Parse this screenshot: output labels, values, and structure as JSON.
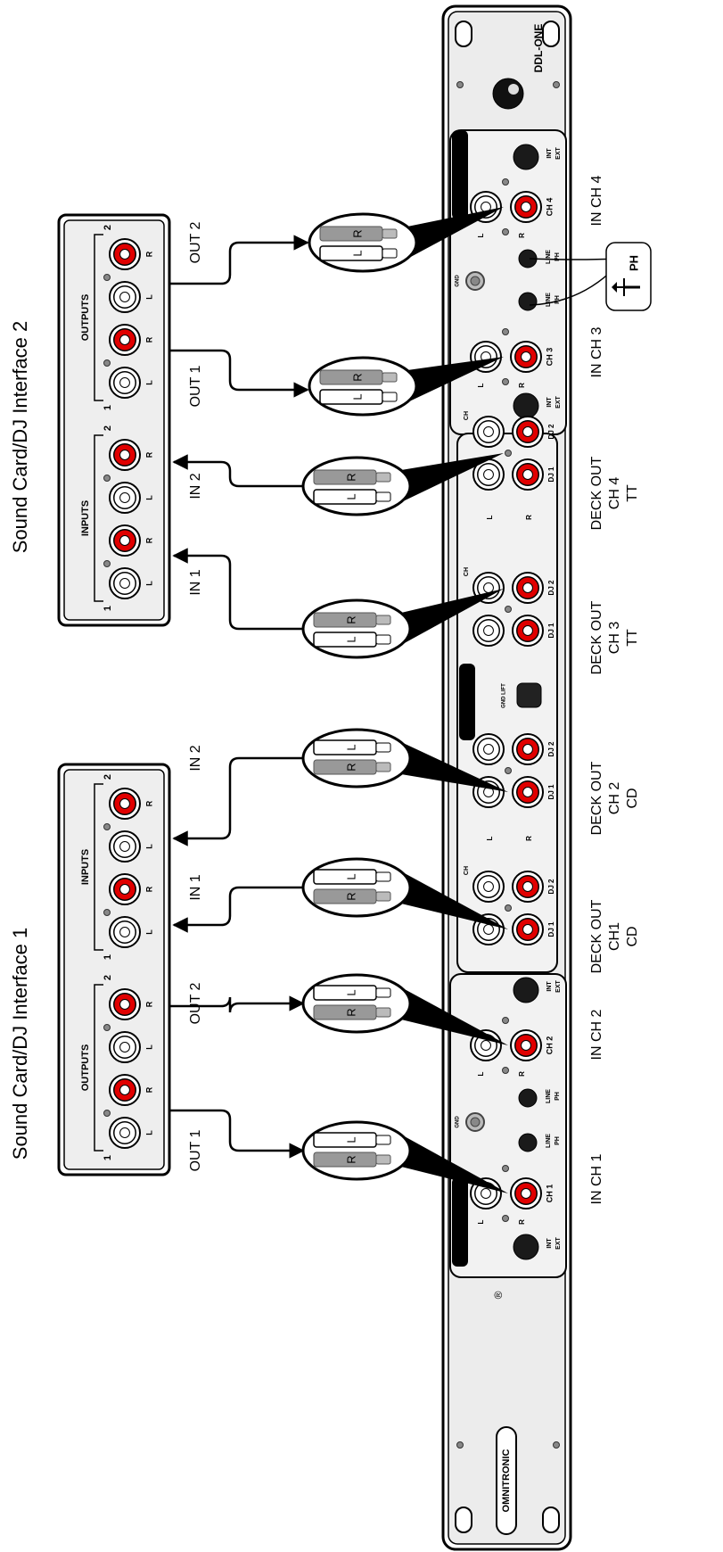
{
  "sound_cards": [
    {
      "title": "Sound Card/DJ Interface 1",
      "groups": [
        {
          "header": "OUTPUTS",
          "num_start": "1",
          "num_end": "2",
          "labels": [
            "L",
            "R",
            "L",
            "R"
          ]
        },
        {
          "header": "INPUTS",
          "num_start": "1",
          "num_end": "2",
          "labels": [
            "L",
            "R",
            "L",
            "R"
          ]
        }
      ],
      "connections": [
        "OUT 1",
        "OUT 2",
        "IN 1",
        "IN 2"
      ]
    },
    {
      "title": "Sound Card/DJ Interface 2",
      "groups": [
        {
          "header": "INPUTS",
          "num_start": "1",
          "num_end": "2",
          "labels": [
            "L",
            "R",
            "L",
            "R"
          ]
        },
        {
          "header": "OUTPUTS",
          "num_start": "1",
          "num_end": "2",
          "labels": [
            "L",
            "R",
            "L",
            "R"
          ]
        }
      ],
      "connections": [
        "IN 1",
        "IN 2",
        "OUT 1",
        "OUT 2"
      ]
    }
  ],
  "plug": {
    "left": "L",
    "right": "R"
  },
  "device": {
    "brand": "OMNITRONIC",
    "reg_mark": "®",
    "model": "DDL-ONE",
    "gnd_label": "GND",
    "interface1": {
      "title": "DJ INTERFACE 1",
      "ch_a": "CH 1",
      "ch_b": "CH 2",
      "line": "LINE",
      "ph": "PH",
      "int": "INT",
      "ext": "EXT",
      "l": "L",
      "r": "R"
    },
    "deck": {
      "title": "DECK OUTPUTS",
      "gnd_lift": "GND LIFT",
      "dj1": "DJ 1",
      "dj2": "DJ 2",
      "ch": "CH",
      "l": "L",
      "r": "R"
    },
    "interface2": {
      "title": "DJ INTERFACE 2",
      "ch_a": "CH 3",
      "ch_b": "CH 4",
      "line": "LINE",
      "ph": "PH",
      "int": "INT",
      "ext": "EXT",
      "l": "L",
      "r": "R"
    }
  },
  "bottom_labels": [
    [
      "IN CH 1"
    ],
    [
      "IN CH 2"
    ],
    [
      "DECK OUT",
      "CH1",
      "CD"
    ],
    [
      "DECK OUT",
      "CH 2",
      "CD"
    ],
    [
      "DECK OUT",
      "CH 3",
      "TT"
    ],
    [
      "DECK OUT",
      "CH 4",
      "TT"
    ],
    [
      "IN CH 3"
    ],
    [
      "IN CH 4"
    ]
  ],
  "callout": {
    "label": "PH"
  }
}
